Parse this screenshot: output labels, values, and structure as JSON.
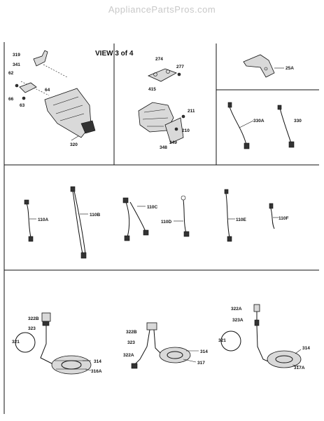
{
  "watermark": "AppliancePartsPros.com",
  "view_title": "VIEW 3 of 4",
  "labels": {
    "p319": "319",
    "p341": "341",
    "p62": "62",
    "p64": "64",
    "p66": "66",
    "p63": "63",
    "p320": "320",
    "p274": "274",
    "p277": "277",
    "p415": "415",
    "p211": "211",
    "p210": "210",
    "p348": "348",
    "p349": "349",
    "p25A": "25A",
    "p330A": "330A",
    "p330": "330",
    "p110A": "110A",
    "p110B": "110B",
    "p110C": "110C",
    "p110D": "110D",
    "p110E": "110E",
    "p110F": "110F",
    "p322B_1": "322B",
    "p323_1": "323",
    "p321_1": "321",
    "p314_1": "314",
    "p316A": "316A",
    "p322B_2": "322B",
    "p323_2": "323",
    "p322A_2": "322A",
    "p314_2": "314",
    "p317": "317",
    "p322A_3": "322A",
    "p323A": "323A",
    "p321_3": "321",
    "p314_3": "314",
    "p317A": "317A"
  }
}
